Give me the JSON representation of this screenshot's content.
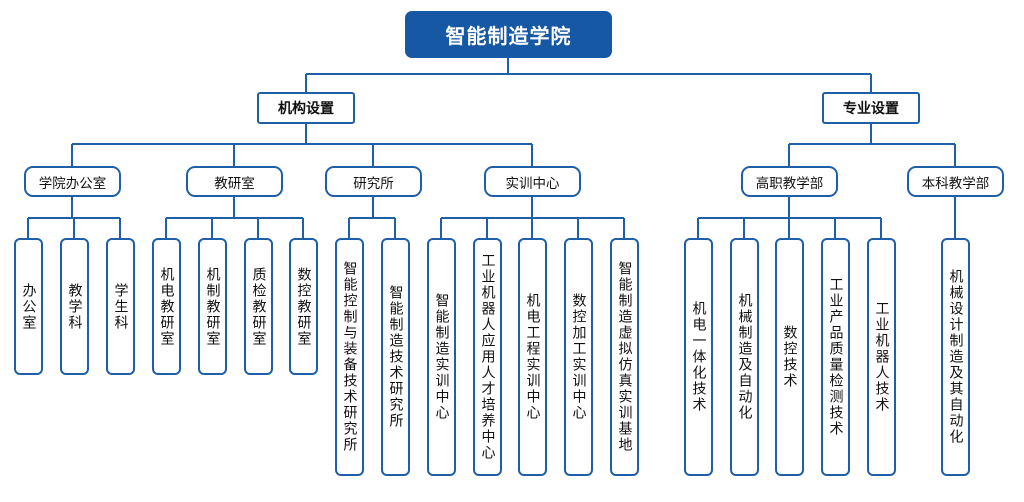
{
  "colors": {
    "accent": "#1758A4",
    "line": "#1F5FA8"
  },
  "root": {
    "label": "智能制造学院"
  },
  "groups": [
    {
      "label": "机构设置",
      "departments": [
        {
          "label": "学院办公室",
          "units": [
            "办公室",
            "教学科",
            "学生科"
          ]
        },
        {
          "label": "教研室",
          "units": [
            "机电教研室",
            "机制教研室",
            "质检教研室",
            "数控教研室"
          ]
        },
        {
          "label": "研究所",
          "units": [
            "智能控制与装备技术研究所",
            "智能制造技术研究所"
          ]
        },
        {
          "label": "实训中心",
          "units": [
            "智能制造实训中心",
            "工业机器人应用人才培养中心",
            "机电工程实训中心",
            "数控加工实训中心",
            "智能制造虚拟仿真实训基地"
          ]
        }
      ]
    },
    {
      "label": "专业设置",
      "departments": [
        {
          "label": "高职教学部",
          "units": [
            "机电一体化技术",
            "机械制造及自动化",
            "数控技术",
            "工业产品质量检测技术",
            "工业机器人技术"
          ]
        },
        {
          "label": "本科教学部",
          "units": [
            "机械设计制造及其自动化"
          ]
        }
      ]
    }
  ]
}
